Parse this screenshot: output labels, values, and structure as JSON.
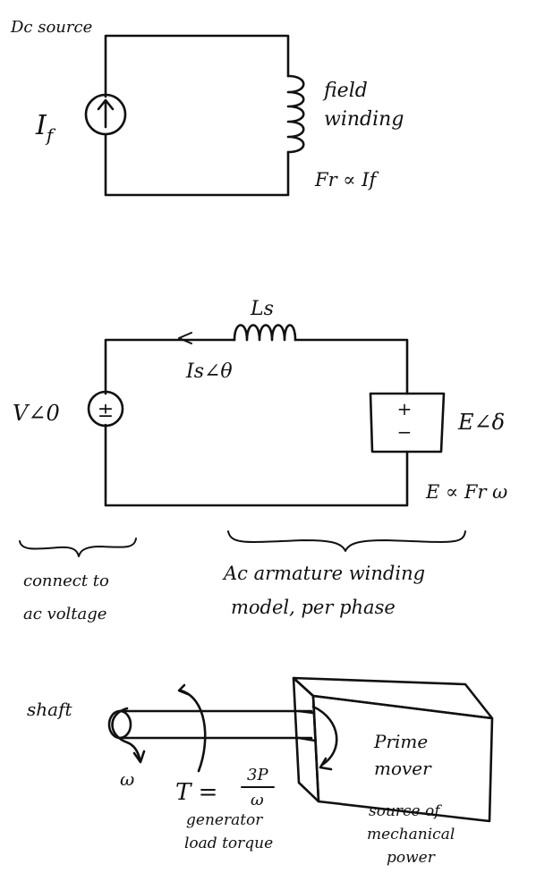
{
  "field_circuit": {
    "source_label": "Dc source",
    "current_label": "I",
    "current_subscript": "f",
    "winding_label_line1": "field",
    "winding_label_line2": "winding",
    "relation": "Fr ∝ If"
  },
  "armature_circuit": {
    "inductance_label": "Ls",
    "current_label": "Is∠θ",
    "voltage_source_label": "V∠0",
    "voltage_source_sign": "±",
    "emf_label": "E∠δ",
    "emf_plus": "+",
    "emf_minus": "−",
    "emf_relation": "E ∝ Fr ω",
    "left_brace_label_line1": "connect to",
    "left_brace_label_line2": "ac voltage",
    "right_brace_label_line1": "Ac armature winding",
    "right_brace_label_line2": "model, per phase"
  },
  "mechanical": {
    "shaft_label": "shaft",
    "omega_label": "ω",
    "torque_eq_lhs": "T =",
    "torque_eq_num": "3P",
    "torque_eq_den": "ω",
    "torque_label_line1": "generator",
    "torque_label_line2": "load torque",
    "prime_mover_line1": "Prime",
    "prime_mover_line2": "mover",
    "source_label_line1": "source of",
    "source_label_line2": "mechanical",
    "source_label_line3": "power"
  }
}
